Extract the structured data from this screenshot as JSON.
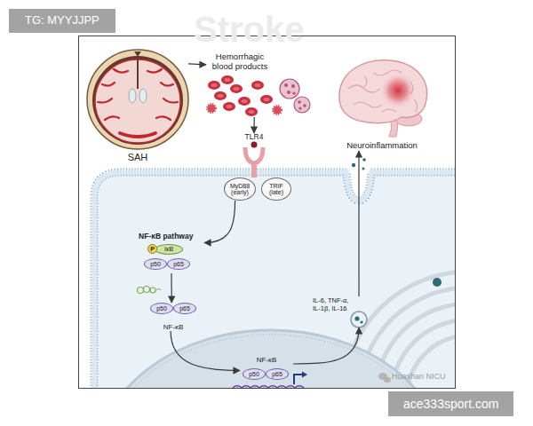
{
  "diagram": {
    "nodes": [
      {
        "text": [
          "SAH"
        ]
      },
      {
        "text": [
          "Hemorrhagic blood products"
        ]
      },
      {
        "text": [
          "TLR4"
        ]
      },
      {
        "text": [
          "MyD88 (early)"
        ]
      },
      {
        "text": [
          "TRIF (late)"
        ]
      },
      {
        "text": [
          "NF-κB pathway"
        ]
      },
      {
        "text": [
          "P"
        ],
        "in": 5
      },
      {
        "text": [
          "IκB"
        ],
        "in": 5
      },
      {
        "text": [
          "p50"
        ],
        "in": 5
      },
      {
        "text": [
          "p65"
        ],
        "in": 5
      },
      {
        "text": [
          "NF-κB"
        ]
      },
      {
        "text": [
          "p50"
        ],
        "in": 10
      },
      {
        "text": [
          "p65"
        ],
        "in": 10
      },
      {
        "text": [
          "NF-κB"
        ]
      },
      {
        "text": [
          "p50"
        ],
        "in": 13
      },
      {
        "text": [
          "p65"
        ],
        "in": 13
      },
      {
        "text": [
          "IL-6, TNF-α, IL-1β, IL-16"
        ]
      },
      {
        "text": [
          "Neuroinflammation"
        ]
      }
    ],
    "edges": [
      {
        "from": 0,
        "to": 1,
        "arrow": "to"
      },
      {
        "from": 1,
        "to": 2,
        "arrow": "to"
      },
      {
        "from": 3,
        "to": 5,
        "arrow": "to"
      },
      {
        "from": 5,
        "to": 10,
        "arrow": "to"
      },
      {
        "from": 10,
        "to": 13,
        "arrow": "to"
      },
      {
        "from": 13,
        "to": 16,
        "arrow": "to"
      },
      {
        "from": 16,
        "to": 17,
        "arrow": "to"
      }
    ],
    "labels": [
      "TG: MYYJJPP",
      "Stroke",
      "Huashan NICU",
      "ace333sport.com"
    ]
  }
}
